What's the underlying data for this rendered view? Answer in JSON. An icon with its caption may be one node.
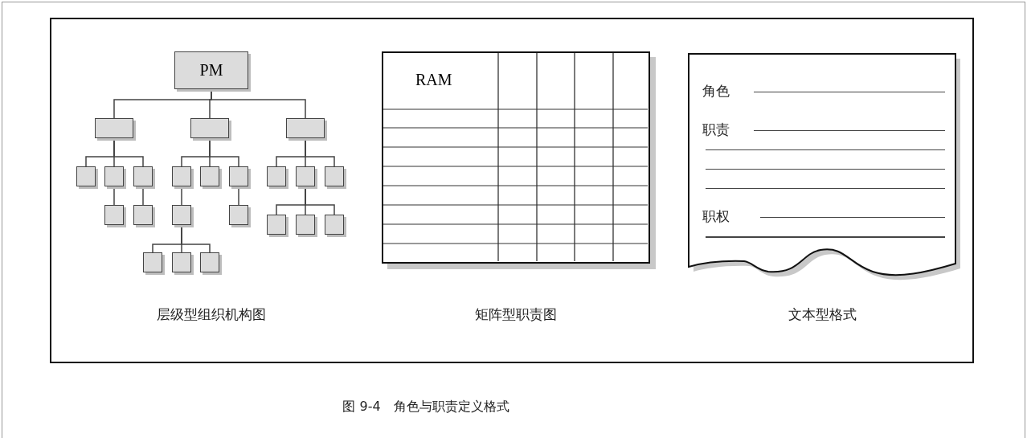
{
  "diagram": {
    "caption": "图 9-4　角色与职责定义格式",
    "nodes": [
      {
        "text": [
          "PM"
        ]
      },
      {
        "text": [],
        "shape": "box"
      },
      {
        "text": [],
        "shape": "box"
      },
      {
        "text": [],
        "shape": "box"
      },
      {
        "text": [],
        "shape": "box"
      },
      {
        "text": [],
        "shape": "box"
      },
      {
        "text": [],
        "shape": "box"
      },
      {
        "text": [],
        "shape": "box"
      },
      {
        "text": [],
        "shape": "box"
      },
      {
        "text": [],
        "shape": "box"
      },
      {
        "text": [],
        "shape": "box"
      },
      {
        "text": [],
        "shape": "box"
      },
      {
        "text": [],
        "shape": "box"
      },
      {
        "text": [],
        "shape": "box"
      },
      {
        "text": [],
        "shape": "box"
      },
      {
        "text": [],
        "shape": "box"
      },
      {
        "text": [],
        "shape": "box"
      },
      {
        "text": [],
        "shape": "box"
      },
      {
        "text": [],
        "shape": "box"
      },
      {
        "text": [],
        "shape": "box"
      },
      {
        "text": [],
        "shape": "box"
      },
      {
        "text": [],
        "shape": "box"
      },
      {
        "text": [],
        "shape": "box"
      },
      {
        "text": [
          "RAM"
        ]
      },
      {
        "text": [
          "角色",
          "职责",
          "职权"
        ]
      }
    ],
    "edges": [
      {
        "from": 0,
        "to": 1,
        "arrow": "none"
      },
      {
        "from": 0,
        "to": 2,
        "arrow": "none"
      },
      {
        "from": 0,
        "to": 3,
        "arrow": "none"
      },
      {
        "from": 1,
        "to": 4,
        "arrow": "none"
      },
      {
        "from": 1,
        "to": 5,
        "arrow": "none"
      },
      {
        "from": 1,
        "to": 6,
        "arrow": "none"
      },
      {
        "from": 2,
        "to": 7,
        "arrow": "none"
      },
      {
        "from": 2,
        "to": 8,
        "arrow": "none"
      },
      {
        "from": 2,
        "to": 9,
        "arrow": "none"
      },
      {
        "from": 3,
        "to": 10,
        "arrow": "none"
      },
      {
        "from": 3,
        "to": 11,
        "arrow": "none"
      },
      {
        "from": 3,
        "to": 12,
        "arrow": "none"
      },
      {
        "from": 5,
        "to": 13,
        "arrow": "none"
      },
      {
        "from": 6,
        "to": 14,
        "arrow": "none"
      },
      {
        "from": 7,
        "to": 15,
        "arrow": "none"
      },
      {
        "from": 9,
        "to": 16,
        "arrow": "none"
      },
      {
        "from": 11,
        "to": 17,
        "arrow": "none"
      },
      {
        "from": 11,
        "to": 18,
        "arrow": "none"
      },
      {
        "from": 11,
        "to": 19,
        "arrow": "none"
      },
      {
        "from": 15,
        "to": 20,
        "arrow": "none"
      },
      {
        "from": 15,
        "to": 21,
        "arrow": "none"
      },
      {
        "from": 15,
        "to": 22,
        "arrow": "none"
      }
    ],
    "labels": [
      "层级型组织机构图",
      "矩阵型职责图",
      "文本型格式"
    ]
  }
}
